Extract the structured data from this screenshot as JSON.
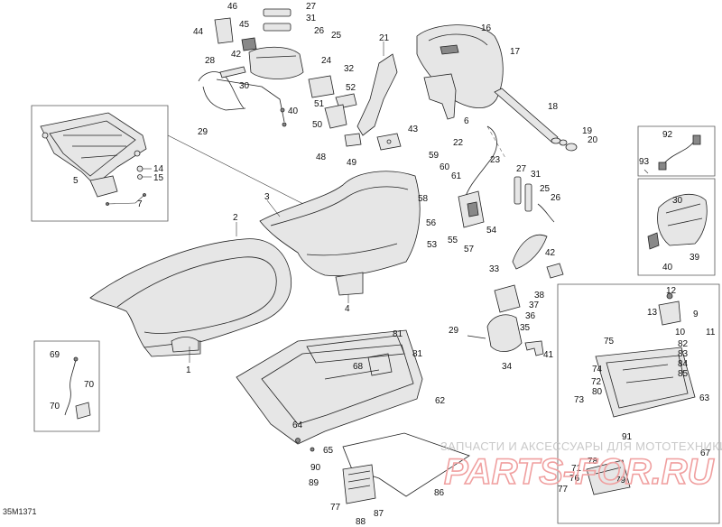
{
  "diagram": {
    "reference_code": "35M1371",
    "watermark_text": "ЗАПЧАСТИ И АКСЕССУАРЫ ДЛЯ МОТОТЕХНИКИ",
    "watermark_logo": "PARTS-FOR.RU",
    "callouts": {
      "c1": "1",
      "c2": "2",
      "c3": "3",
      "c4": "4",
      "c5": "5",
      "c6": "6",
      "c7": "7",
      "c9": "9",
      "c10": "10",
      "c11": "11",
      "c12": "12",
      "c13": "13",
      "c14": "14",
      "c15": "15",
      "c16": "16",
      "c17": "17",
      "c18": "18",
      "c19": "19",
      "c20": "20",
      "c21": "21",
      "c22": "22",
      "c23": "23",
      "c24": "24",
      "c25": "25",
      "c25b": "25",
      "c26": "26",
      "c26b": "26",
      "c27": "27",
      "c27b": "27",
      "c28": "28",
      "c29": "29",
      "c29b": "29",
      "c30": "30",
      "c30b": "30",
      "c31": "31",
      "c31b": "31",
      "c32": "32",
      "c33": "33",
      "c34": "34",
      "c35": "35",
      "c36": "36",
      "c37": "37",
      "c38": "38",
      "c39": "39",
      "c40": "40",
      "c40b": "40",
      "c41": "41",
      "c42": "42",
      "c42b": "42",
      "c43": "43",
      "c44": "44",
      "c45": "45",
      "c46": "46",
      "c48": "48",
      "c49": "49",
      "c50": "50",
      "c51": "51",
      "c52": "52",
      "c53": "53",
      "c54": "54",
      "c55": "55",
      "c56": "56",
      "c57": "57",
      "c58": "58",
      "c59": "59",
      "c60": "60",
      "c61": "61",
      "c62": "62",
      "c63": "63",
      "c64": "64",
      "c65": "65",
      "c67": "67",
      "c68": "68",
      "c69": "69",
      "c70": "70",
      "c70b": "70",
      "c71": "71",
      "c72": "72",
      "c73": "73",
      "c74": "74",
      "c75": "75",
      "c76": "76",
      "c77": "77",
      "c77b": "77",
      "c78": "78",
      "c79": "79",
      "c80": "80",
      "c81": "81",
      "c81b": "81",
      "c82": "82",
      "c83": "83",
      "c84": "84",
      "c85": "85",
      "c86": "86",
      "c87": "87",
      "c88": "88",
      "c89": "89",
      "c90": "90",
      "c91": "91",
      "c92": "92",
      "c93": "93"
    }
  }
}
